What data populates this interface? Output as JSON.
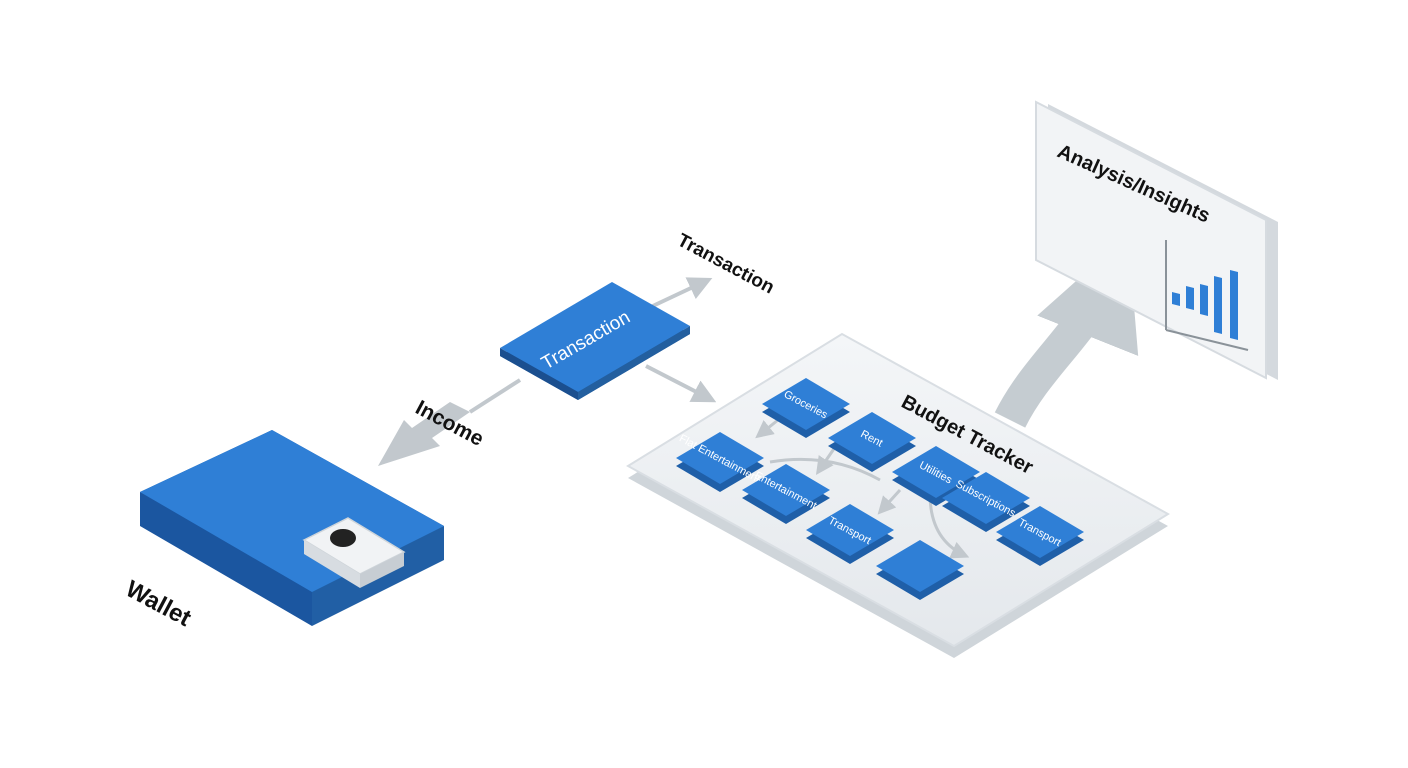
{
  "labels": {
    "wallet": "Wallet",
    "income": "Income",
    "transaction_arrow": "Transaction",
    "transaction_card": "Transaction",
    "budget_tracker": "Budget Tracker",
    "analysis": "Analysis/Insights"
  },
  "categories": [
    "Groceries",
    "Rent",
    "Flat Entertainment",
    "Utilities",
    "Entertainment",
    "Subscriptions",
    "Transport",
    "Transport",
    ""
  ],
  "colors": {
    "primary_blue": "#2f7fd6",
    "primary_blue_dark": "#1f5fa8",
    "panel_light": "#eef1f4",
    "arrow_gray": "#c2c8cd"
  },
  "icons": [
    "wallet-clasp-icon",
    "bar-chart-icon"
  ]
}
